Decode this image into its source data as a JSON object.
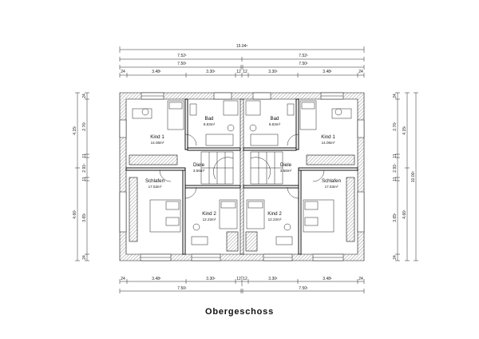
{
  "title": "Obergeschoss",
  "dimensions": {
    "overall": "15.04¹",
    "top_halves": [
      "7.52¹",
      "7.52¹"
    ],
    "top_units": [
      "7.50¹",
      "7.50¹"
    ],
    "top_segments": [
      "24",
      "3.48¹",
      "3.30¹",
      "12",
      "12",
      "3.30¹",
      "3.48¹",
      "24"
    ],
    "bottom_segments": [
      "24",
      "3.48¹",
      "3.30¹",
      "12",
      "12",
      "3.30¹",
      "3.48¹",
      "24"
    ],
    "bottom_units": [
      "7.50¹",
      "7.50¹"
    ],
    "left_outer": [
      "4.15¹",
      "4.66¹"
    ],
    "left_inner": [
      "2.76¹",
      "2.91¹",
      "3.65¹"
    ],
    "left_small": [
      "24",
      "11",
      "11",
      "24"
    ],
    "right_total": "10.00¹",
    "right_outer": [
      "4.15¹",
      "4.66¹"
    ],
    "right_inner": [
      "2.76¹",
      "2.91¹",
      "3.65¹"
    ],
    "right_small": [
      "24",
      "11",
      "11",
      "24"
    ]
  },
  "rooms": {
    "left": {
      "bad": {
        "name": "Bad",
        "area": "8.83m²"
      },
      "kind1": {
        "name": "Kind 1",
        "area": "14.06m²"
      },
      "diele": {
        "name": "Diele",
        "area": "3.56m²"
      },
      "schlafen": {
        "name": "Schlafen",
        "area": "17.53m²"
      },
      "kind2": {
        "name": "Kind 2",
        "area": "12.22m²"
      }
    },
    "right": {
      "bad": {
        "name": "Bad",
        "area": "8.83m²"
      },
      "kind1": {
        "name": "Kind 1",
        "area": "14.06m²"
      },
      "diele": {
        "name": "Diele",
        "area": "3.56m²"
      },
      "schlafen": {
        "name": "Schlafen",
        "area": "17.53m²"
      },
      "kind2": {
        "name": "Kind 2",
        "area": "12.22m²"
      }
    }
  }
}
